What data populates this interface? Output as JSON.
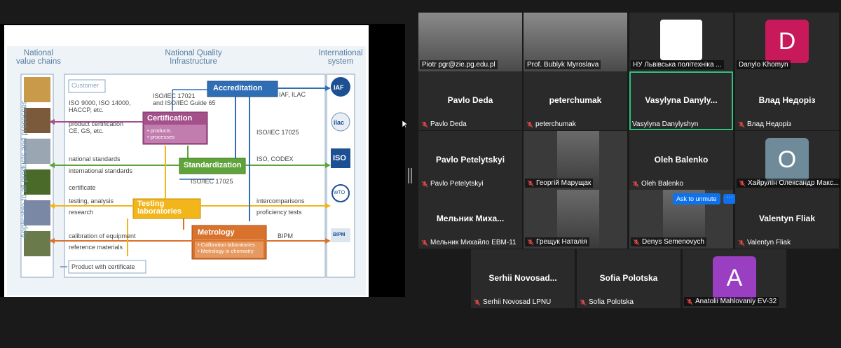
{
  "slide": {
    "headers": {
      "left": "National\nvalue chains",
      "center": "National Quality\nInfrastructure",
      "right": "International\nsystem"
    },
    "vertical_text": "Applicable to all products and processes",
    "customer": "Customer",
    "accreditation": "Accreditation",
    "iso17021": "ISO/IEC 17021\nand ISO/IEC Guide 65",
    "iaf_ilac": "IAF, ILAC",
    "iso9000": "ISO 9000, ISO 14000,\nHACCP, etc.",
    "certification": "Certification",
    "cert_items": [
      "• products",
      "• processes"
    ],
    "product_cert": "product certification\nCE, GS, etc.",
    "iso17025a": "ISO/IEC 17025",
    "national_standards": "national standards",
    "international_standards": "international standards",
    "standardization": "Standardization",
    "iso_codex": "ISO, CODEX",
    "iso17025b": "ISO/IEC 17025",
    "certificate": "certificate",
    "testing_analysis": "testing, analysis",
    "research": "research",
    "testing_labs": "Testing\nlaboratories",
    "intercomparisons": "intercomparisons",
    "proficiency": "proficiency tests",
    "calibration": "calibration of equipment",
    "reference": "reference materials",
    "metrology": "Metrology",
    "metro_items": [
      "• Calibration laboratories",
      "• Metrology in chemistry"
    ],
    "bipm": "BIPM",
    "product_with_cert": "Product with certificate",
    "logos": [
      "IAF",
      "ilac",
      "ISO",
      "WTO",
      "BIPM"
    ],
    "colors": {
      "blue": "#2f6eb5",
      "purple": "#a4508b",
      "green": "#5fa33a",
      "yellow": "#f2b61b",
      "orange": "#d9722c"
    }
  },
  "participants": [
    {
      "id": "p1",
      "label": "Piotr pgr@zie.pg.edu.pl",
      "type": "video"
    },
    {
      "id": "p2",
      "label": "Prof. Bublyk Myroslava",
      "type": "video"
    },
    {
      "id": "p3",
      "label": "НУ Львівська політехніка ...",
      "type": "logo"
    },
    {
      "id": "p4",
      "label": "Danylo Khomyn",
      "type": "avatar",
      "initial": "D",
      "color": "#c8195a"
    },
    {
      "id": "p5",
      "name": "Pavlo Deda",
      "label": "Pavlo Deda",
      "type": "name",
      "muted": true
    },
    {
      "id": "p6",
      "name": "peterchumak",
      "label": "peterchumak",
      "type": "name",
      "muted": true
    },
    {
      "id": "p7",
      "name": "Vasylyna  Danyly...",
      "label": "Vasylyna Danylyshyn",
      "type": "name",
      "active": true
    },
    {
      "id": "p8",
      "name": "Влад Недоріз",
      "label": "Влад Недоріз",
      "type": "name",
      "muted": true
    },
    {
      "id": "p9",
      "name": "Pavlo Petelytskyi",
      "label": "Pavlo Petelytskyi",
      "type": "name",
      "muted": true
    },
    {
      "id": "p10",
      "label": "Георгій Марущак",
      "type": "video",
      "muted": true
    },
    {
      "id": "p11",
      "name": "Oleh Balenko",
      "label": "Oleh Balenko",
      "type": "name",
      "muted": true
    },
    {
      "id": "p12",
      "label": "Хайрулін Олександр Макс...",
      "type": "avatar",
      "initial": "O",
      "color": "#6f8a99",
      "muted": true
    },
    {
      "id": "p13",
      "name": "Мельник  Миха...",
      "label": "Мельник Михайло ЕВМ-11",
      "type": "name",
      "muted": true
    },
    {
      "id": "p14",
      "label": "Грещук Наталія",
      "type": "video",
      "muted": true
    },
    {
      "id": "p15",
      "label": "Denys Semenovych",
      "type": "video",
      "muted": true,
      "ask_unmute": "Ask to unmute",
      "more": "···"
    },
    {
      "id": "p16",
      "name": "Valentyn Fliak",
      "label": "Valentyn Fliak",
      "type": "name",
      "muted": true
    },
    {
      "id": "p17",
      "name": "Serhii  Novosad...",
      "label": "Serhii Novosad LPNU",
      "type": "name",
      "muted": true
    },
    {
      "id": "p18",
      "name": "Sofia Polotska",
      "label": "Sofia Polotska",
      "type": "name",
      "muted": true
    },
    {
      "id": "p19",
      "label": "Anatolii Mahlovaniy EV-32",
      "type": "avatar",
      "initial": "A",
      "color": "#9a3fc2",
      "muted": true
    }
  ]
}
